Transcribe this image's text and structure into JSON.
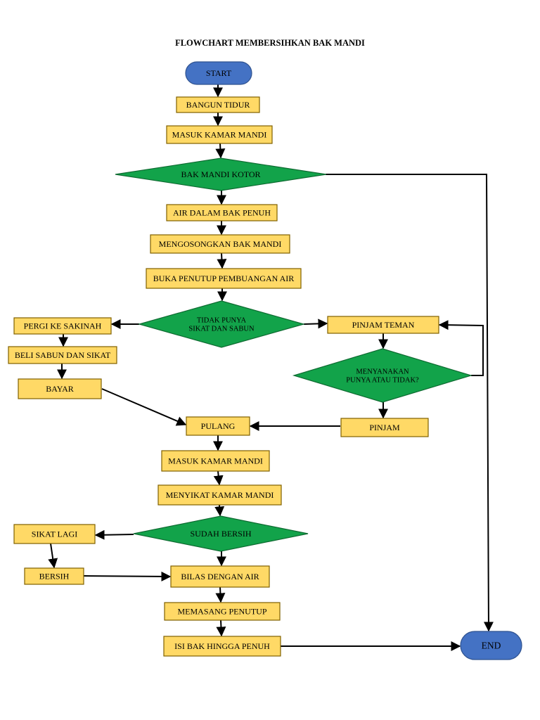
{
  "title": "FLOWCHART MEMBERSIHKAN BAK MANDI",
  "colors": {
    "process_fill": "#FFD966",
    "process_stroke": "#7F6000",
    "decision_fill": "#12A34A",
    "decision_stroke": "#0E6B31",
    "terminal_fill": "#4472C4",
    "terminal_stroke": "#2F528F",
    "edge": "#000000"
  },
  "nodes": {
    "start": {
      "type": "terminal",
      "label": "START"
    },
    "bangun_tidur": {
      "type": "process",
      "label": "BANGUN TIDUR"
    },
    "masuk_kamar_mandi_1": {
      "type": "process",
      "label": "MASUK KAMAR MANDI"
    },
    "bak_mandi_kotor": {
      "type": "decision",
      "label": "BAK MANDI KOTOR"
    },
    "air_dalam_bak_penuh": {
      "type": "process",
      "label": "AIR DALAM BAK PENUH"
    },
    "mengosongkan_bak_mandi": {
      "type": "process",
      "label": "MENGOSONGKAN BAK MANDI"
    },
    "buka_penutup": {
      "type": "process",
      "label": "BUKA PENUTUP PEMBUANGAN AIR"
    },
    "tidak_punya": {
      "type": "decision",
      "label": [
        "TIDAK PUNYA",
        "SIKAT DAN SABUN"
      ]
    },
    "pergi_ke_sakinah": {
      "type": "process",
      "label": "PERGI KE SAKINAH"
    },
    "beli_sabun": {
      "type": "process",
      "label": "BELI SABUN DAN SIKAT"
    },
    "bayar": {
      "type": "process",
      "label": "BAYAR"
    },
    "pinjam_teman": {
      "type": "process",
      "label": "PINJAM TEMAN"
    },
    "menyanakan": {
      "type": "decision",
      "label": [
        "MENYANAKAN",
        "PUNYA ATAU TIDAK?"
      ]
    },
    "pinjam": {
      "type": "process",
      "label": "PINJAM"
    },
    "pulang": {
      "type": "process",
      "label": "PULANG"
    },
    "masuk_kamar_mandi_2": {
      "type": "process",
      "label": "MASUK KAMAR MANDI"
    },
    "menyikat_kamar_mandi": {
      "type": "process",
      "label": "MENYIKAT KAMAR MANDI"
    },
    "sudah_bersih": {
      "type": "decision",
      "label": "SUDAH BERSIH"
    },
    "sikat_lagi": {
      "type": "process",
      "label": "SIKAT LAGI"
    },
    "bersih": {
      "type": "process",
      "label": "BERSIH"
    },
    "bilas_dengan_air": {
      "type": "process",
      "label": "BILAS DENGAN AIR"
    },
    "memasang_penutup": {
      "type": "process",
      "label": "MEMASANG PENUTUP"
    },
    "isi_bak": {
      "type": "process",
      "label": "ISI BAK HINGGA PENUH"
    },
    "end": {
      "type": "terminal",
      "label": "END"
    }
  },
  "edges": [
    {
      "from": "start",
      "to": "bangun_tidur"
    },
    {
      "from": "bangun_tidur",
      "to": "masuk_kamar_mandi_1"
    },
    {
      "from": "masuk_kamar_mandi_1",
      "to": "bak_mandi_kotor"
    },
    {
      "from": "bak_mandi_kotor",
      "to": "air_dalam_bak_penuh"
    },
    {
      "from": "bak_mandi_kotor",
      "to": "end"
    },
    {
      "from": "air_dalam_bak_penuh",
      "to": "mengosongkan_bak_mandi"
    },
    {
      "from": "mengosongkan_bak_mandi",
      "to": "buka_penutup"
    },
    {
      "from": "buka_penutup",
      "to": "tidak_punya"
    },
    {
      "from": "tidak_punya",
      "to": "pergi_ke_sakinah"
    },
    {
      "from": "tidak_punya",
      "to": "pinjam_teman"
    },
    {
      "from": "pergi_ke_sakinah",
      "to": "beli_sabun"
    },
    {
      "from": "beli_sabun",
      "to": "bayar"
    },
    {
      "from": "bayar",
      "to": "pulang"
    },
    {
      "from": "pinjam_teman",
      "to": "menyanakan"
    },
    {
      "from": "menyanakan",
      "to": "pinjam_teman"
    },
    {
      "from": "menyanakan",
      "to": "pinjam"
    },
    {
      "from": "pinjam",
      "to": "pulang"
    },
    {
      "from": "pulang",
      "to": "masuk_kamar_mandi_2"
    },
    {
      "from": "masuk_kamar_mandi_2",
      "to": "menyikat_kamar_mandi"
    },
    {
      "from": "menyikat_kamar_mandi",
      "to": "sudah_bersih"
    },
    {
      "from": "sudah_bersih",
      "to": "sikat_lagi"
    },
    {
      "from": "sudah_bersih",
      "to": "bilas_dengan_air"
    },
    {
      "from": "sikat_lagi",
      "to": "bersih"
    },
    {
      "from": "bersih",
      "to": "bilas_dengan_air"
    },
    {
      "from": "bilas_dengan_air",
      "to": "memasang_penutup"
    },
    {
      "from": "memasang_penutup",
      "to": "isi_bak"
    },
    {
      "from": "isi_bak",
      "to": "end"
    }
  ]
}
